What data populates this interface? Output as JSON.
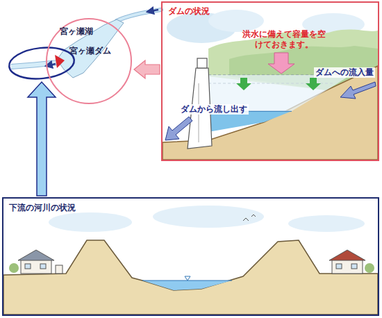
{
  "diagram": {
    "nodes": [
      {
        "text": [
          "宮ヶ瀬湖",
          "宮ヶ瀬ダム"
        ]
      },
      {
        "text": [
          "ダムの状況",
          "洪水に備えて容量を空けておきます。",
          "ダムへの流入量",
          "ダムから流し出す"
        ]
      },
      {
        "text": [
          "下流の河川の状況"
        ]
      }
    ],
    "edges": [
      {
        "from": 1,
        "to": 0,
        "arrow": "to"
      }
    ]
  }
}
